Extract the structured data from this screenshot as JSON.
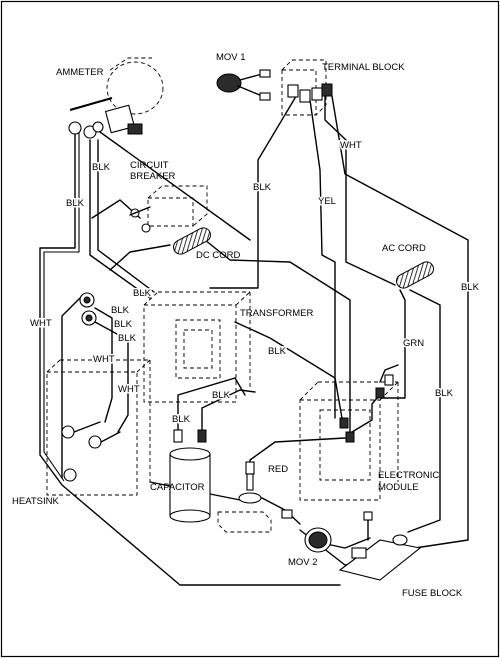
{
  "components": {
    "ammeter": "AMMETER",
    "mov1": "MOV 1",
    "terminal_block": "TERMINAL BLOCK",
    "circuit_breaker_line1": "CIRCUIT",
    "circuit_breaker_line2": "BREAKER",
    "dc_cord": "DC CORD",
    "ac_cord": "AC CORD",
    "transformer": "TRANSFORMER",
    "capacitor": "CAPACITOR",
    "heatsink": "HEATSINK",
    "electronic_module_line1": "ELECTRONIC",
    "electronic_module_line2": "MODULE",
    "mov2": "MOV 2",
    "fuse_block": "FUSE BLOCK"
  },
  "wire_labels": {
    "blk_ammeter": "BLK",
    "blk_left": "BLK",
    "wht_top": "WHT",
    "blk_center": "BLK",
    "yel": "YEL",
    "blk_dc_cord": "BLK",
    "blk_term1": "BLK",
    "blk_term2": "BLK",
    "blk_term3": "BLK",
    "wht_left": "WHT",
    "wht_mid1": "WHT",
    "wht_mid2": "WHT",
    "blk_transformer": "BLK",
    "grn": "GRN",
    "blk_right": "BLK",
    "blk_far_right": "BLK",
    "blk_cap_left": "BLK",
    "blk_cap_right": "BLK",
    "red": "RED"
  }
}
